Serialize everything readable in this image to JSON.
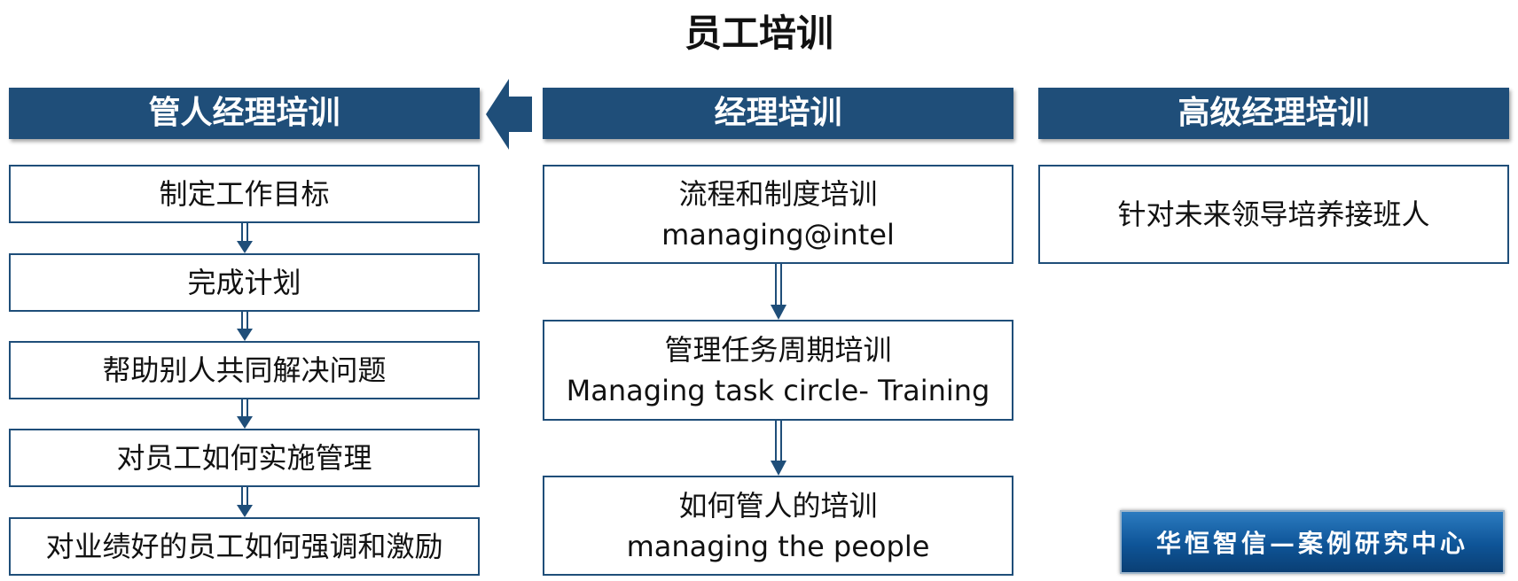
{
  "title": "员工培训",
  "columns": [
    {
      "header": "管人经理培训",
      "boxes": [
        {
          "line1": "制定工作目标",
          "line2": ""
        },
        {
          "line1": "完成计划",
          "line2": ""
        },
        {
          "line1": "帮助别人共同解决问题",
          "line2": ""
        },
        {
          "line1": "对员工如何实施管理",
          "line2": ""
        },
        {
          "line1": "对业绩好的员工如何强调和激励",
          "line2": ""
        }
      ]
    },
    {
      "header": "经理培训",
      "boxes": [
        {
          "line1": "流程和制度培训",
          "line2": "managing@intel"
        },
        {
          "line1": "管理任务周期培训",
          "line2": "Managing task circle- Training"
        },
        {
          "line1": "如何管人的培训",
          "line2": "managing the people"
        }
      ]
    },
    {
      "header": "高级经理培训",
      "boxes": [
        {
          "line1": "针对未来领导培养接班人",
          "line2": ""
        }
      ]
    }
  ],
  "badge": "华恒智信—案例研究中心",
  "colors": {
    "header_bg": "#1f4e79",
    "border": "#1f4e79",
    "badge_bg": "#0e5497"
  }
}
